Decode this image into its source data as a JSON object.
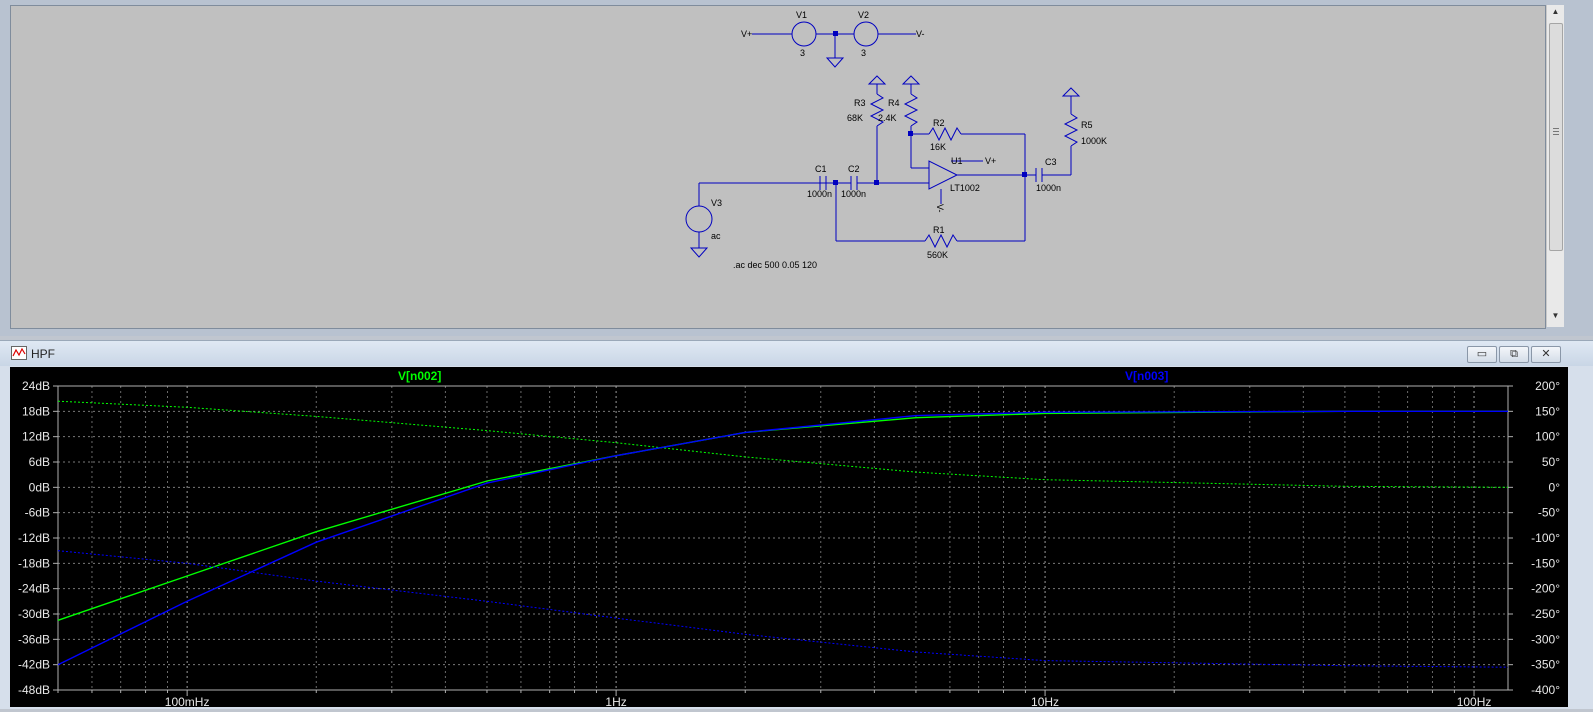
{
  "schematic": {
    "sources": [
      {
        "name": "V1",
        "value": "3"
      },
      {
        "name": "V2",
        "value": "3"
      },
      {
        "name": "V3",
        "value": "ac"
      }
    ],
    "nets": {
      "vplus": "V+",
      "vminus": "V-",
      "vplus_u1": "V+",
      "vminus_u1": "V-"
    },
    "components": {
      "r3": {
        "name": "R3",
        "value": "68K"
      },
      "r4": {
        "name": "R4",
        "value": "2.4K"
      },
      "r2": {
        "name": "R2",
        "value": "16K"
      },
      "r5": {
        "name": "R5",
        "value": "1000K"
      },
      "r1": {
        "name": "R1",
        "value": "560K"
      },
      "c1": {
        "name": "C1",
        "value": "1000n"
      },
      "c2": {
        "name": "C2",
        "value": "1000n"
      },
      "c3": {
        "name": "C3",
        "value": "1000n"
      },
      "u1": {
        "name": "U1",
        "value": "LT1002"
      }
    },
    "directive": ".ac dec 500 0.05 120"
  },
  "waveform_window": {
    "title": "HPF",
    "buttons": {
      "minimize": "▭",
      "restore": "⧉",
      "close": "✕"
    },
    "trace_labels": [
      "V[n002]",
      "V[n003]"
    ]
  },
  "colors": {
    "trace1": "#00ff00",
    "trace2": "#0000ff",
    "plot_bg": "#000000",
    "schematic_wire": "#0000c0"
  },
  "chart_data": {
    "type": "line",
    "x_scale": "log",
    "xlim": [
      0.05,
      120
    ],
    "ylim": [
      -48,
      24
    ],
    "y2lim": [
      -400,
      200
    ],
    "xtick_labels": [
      "100mHz",
      "1Hz",
      "10Hz",
      "100Hz"
    ],
    "ytick_labels": [
      "24dB",
      "18dB",
      "12dB",
      "6dB",
      "0dB",
      "-6dB",
      "-12dB",
      "-18dB",
      "-24dB",
      "-30dB",
      "-36dB",
      "-42dB",
      "-48dB"
    ],
    "y2tick_labels": [
      "200°",
      "150°",
      "100°",
      "50°",
      "0°",
      "-50°",
      "-100°",
      "-150°",
      "-200°",
      "-250°",
      "-300°",
      "-350°",
      "-400°"
    ],
    "grid": true,
    "series": [
      {
        "name": "V[n002]",
        "kind": "magnitude",
        "x": [
          0.05,
          0.1,
          0.2,
          0.5,
          1,
          2,
          5,
          10,
          50,
          120
        ],
        "y": [
          -31.5,
          -21,
          -10.5,
          1.5,
          7.5,
          13,
          16.5,
          17.5,
          18,
          18
        ]
      },
      {
        "name": "V[n002]",
        "kind": "phase",
        "x": [
          0.05,
          0.1,
          0.2,
          0.5,
          1,
          2,
          5,
          10,
          50,
          120
        ],
        "y": [
          170,
          158,
          140,
          112,
          88,
          60,
          30,
          15,
          2,
          0
        ]
      },
      {
        "name": "V[n003]",
        "kind": "magnitude",
        "x": [
          0.05,
          0.1,
          0.2,
          0.5,
          1,
          2,
          5,
          10,
          50,
          120
        ],
        "y": [
          -42,
          -27,
          -13,
          1,
          7.5,
          13,
          17,
          17.8,
          18,
          18
        ]
      },
      {
        "name": "V[n003]",
        "kind": "phase",
        "x": [
          0.05,
          0.1,
          0.2,
          0.5,
          1,
          2,
          5,
          10,
          50,
          120
        ],
        "y": [
          -125,
          -150,
          -185,
          -225,
          -258,
          -290,
          -325,
          -342,
          -352,
          -355
        ]
      }
    ]
  }
}
